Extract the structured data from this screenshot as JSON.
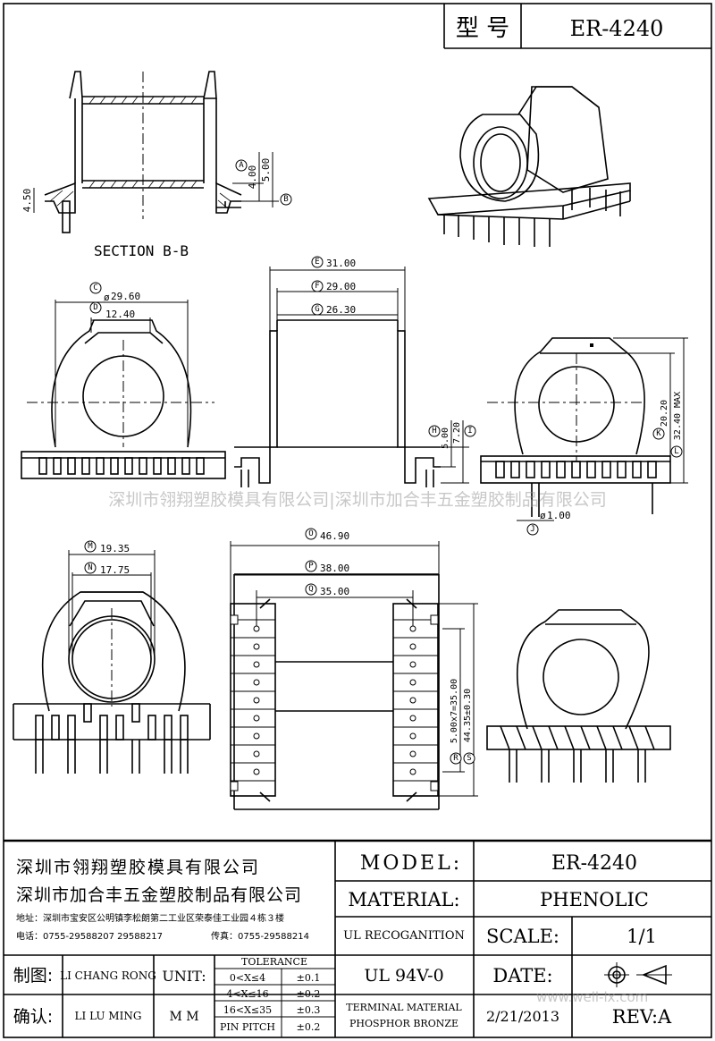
{
  "title_block_top": {
    "label": "型 号",
    "value": "ER-4240"
  },
  "section_label": "SECTION  B-B",
  "dims": {
    "A": "4.00",
    "B": "5.00",
    "sec_left": "4.50",
    "C": "29.60",
    "D": "12.40",
    "E": "31.00",
    "F": "29.00",
    "G": "26.30",
    "H": "5.00",
    "I": "7.20",
    "K": "20.20",
    "L": "32.40 MAX",
    "J": "1.00",
    "M": "19.35",
    "N": "17.75",
    "O": "46.90",
    "P": "38.00",
    "Q": "35.00",
    "R": "5.00x7=35.00",
    "S": "44.35±0.30"
  },
  "letters": [
    "A",
    "B",
    "C",
    "D",
    "E",
    "F",
    "G",
    "H",
    "I",
    "J",
    "K",
    "L",
    "M",
    "N",
    "O",
    "P",
    "Q",
    "R",
    "S"
  ],
  "watermark": "深圳市翎翔塑胶模具有限公司|深圳市加合丰五金塑胶制品有限公司",
  "company": {
    "name1": "深圳市翎翔塑胶模具有限公司",
    "name2": "深圳市加合丰五金塑胶制品有限公司",
    "address": "地址：深圳市宝安区公明镇李松朗第二工业区荣泰佳工业园４栋３楼",
    "phone": "电话：0755-29588207  29588217",
    "fax": "传真：0755-29588214"
  },
  "title_block": {
    "model_label": "MODEL:",
    "model_value": "ER-4240",
    "material_label": "MATERIAL:",
    "material_value": "PHENOLIC",
    "ul_label": "UL RECOGANITION",
    "ul_value": "UL 94V-0",
    "scale_label": "SCALE:",
    "scale_value": "1/1",
    "date_label": "DATE:",
    "date_value": "2/21/2013",
    "terminal_label": "TERMINAL MATERIAL",
    "terminal_value": "PHOSPHOR  BRONZE",
    "rev": "REV:A",
    "drawn_label": "制图:",
    "drawn_by": "LI CHANG RONG",
    "checked_label": "确认:",
    "checked_by": "LI LU MING",
    "unit_label": "UNIT:",
    "unit_value": "M M",
    "tolerance_label": "TOLERANCE",
    "tol1_range": "0<X≤4",
    "tol1_val": "±0.1",
    "tol2_range": "4<X≤16",
    "tol2_val": "±0.2",
    "tol3_range": "16<X≤35",
    "tol3_val": "±0.3",
    "tol4_range": "PIN PITCH",
    "tol4_val": "±0.2"
  },
  "site_watermark": "www.well-lx.com"
}
